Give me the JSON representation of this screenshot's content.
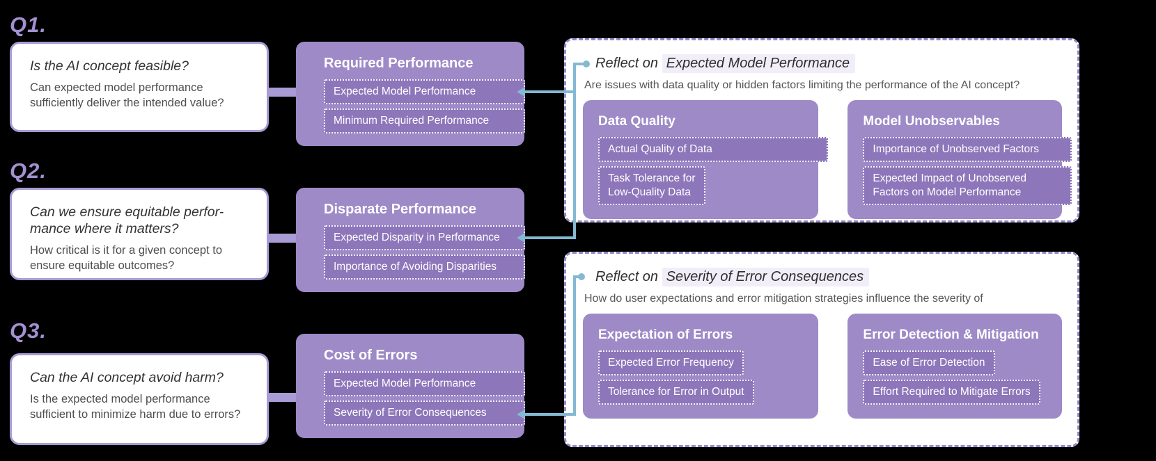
{
  "colors": {
    "background": "#000000",
    "box_purple": "#9d8ac7",
    "sub_box_purple": "#8d76ba",
    "outline_purple": "#a89ad5",
    "dashed_border_purple": "#9589c6",
    "connector_blue": "#84b9d3",
    "q_label_purple": "#a290d0"
  },
  "questions": [
    {
      "label": "Q1.",
      "title": "Is the AI concept feasible?",
      "body": "Can expected model performance\nsufficiently deliver the intended value?"
    },
    {
      "label": "Q2.",
      "title": "Can we ensure equitable perfor-\nmance where it matters?",
      "body": "How critical is it for a given concept to\nensure equitable outcomes?"
    },
    {
      "label": "Q3.",
      "title": "Can the AI concept avoid harm?",
      "body": "Is the expected model performance\nsufficient to minimize harm due to errors?"
    }
  ],
  "factor_boxes": [
    {
      "title": "Required Performance",
      "items": [
        "Expected Model Performance",
        "Minimum Required Performance"
      ]
    },
    {
      "title": "Disparate Performance",
      "items": [
        "Expected Disparity in Performance",
        "Importance of Avoiding Disparities"
      ]
    },
    {
      "title": "Cost of Errors",
      "items": [
        "Expected Model Performance",
        "Severity of Error Consequences"
      ]
    }
  ],
  "reflection_panels": [
    {
      "title_prefix": "Reflect on ",
      "title_emphasis": "Expected Model Performance",
      "subtitle": "Are issues with data quality or hidden factors limiting the performance of the AI concept?",
      "boxes": [
        {
          "title": "Data Quality",
          "items": [
            "Actual Quality of Data",
            "Task Tolerance for\nLow-Quality Data"
          ]
        },
        {
          "title": "Model Unobservables",
          "items": [
            "Importance of Unobserved Factors",
            "Expected Impact of Unobserved\nFactors on Model Performance"
          ]
        }
      ]
    },
    {
      "title_prefix": "Reflect on ",
      "title_emphasis": "Severity of Error Consequences",
      "subtitle": "How do user expectations and error mitigation strategies influence the severity of",
      "boxes": [
        {
          "title": "Expectation of Errors",
          "items": [
            "Expected Error Frequency",
            "Tolerance for Error in Output"
          ]
        },
        {
          "title": "Error Detection & Mitigation",
          "items": [
            "Ease of Error Detection",
            "Effort Required to Mitigate Errors"
          ]
        }
      ]
    }
  ]
}
